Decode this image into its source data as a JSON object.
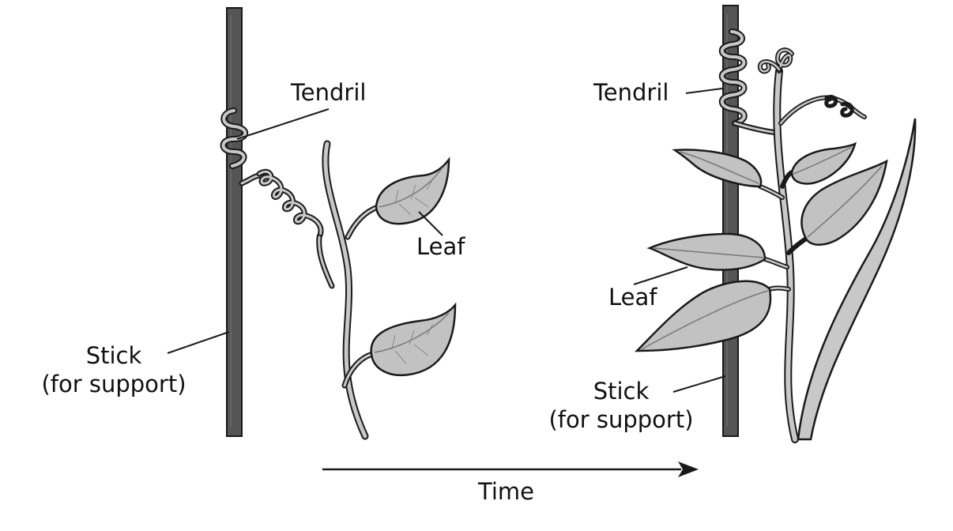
{
  "labels": {
    "left_tendril": "Tendril",
    "left_leaf": "Leaf",
    "left_stick_line1": "Stick",
    "left_stick_line2": "(for support)",
    "right_tendril": "Tendril",
    "right_leaf": "Leaf",
    "right_stick_line1": "Stick",
    "right_stick_line2": "(for support)",
    "time": "Time"
  },
  "colors": {
    "stick": "#555555",
    "leaf_fill": "#c2c2c2",
    "stem_fill": "#c8c8c8",
    "outline": "#1a1a1a"
  }
}
